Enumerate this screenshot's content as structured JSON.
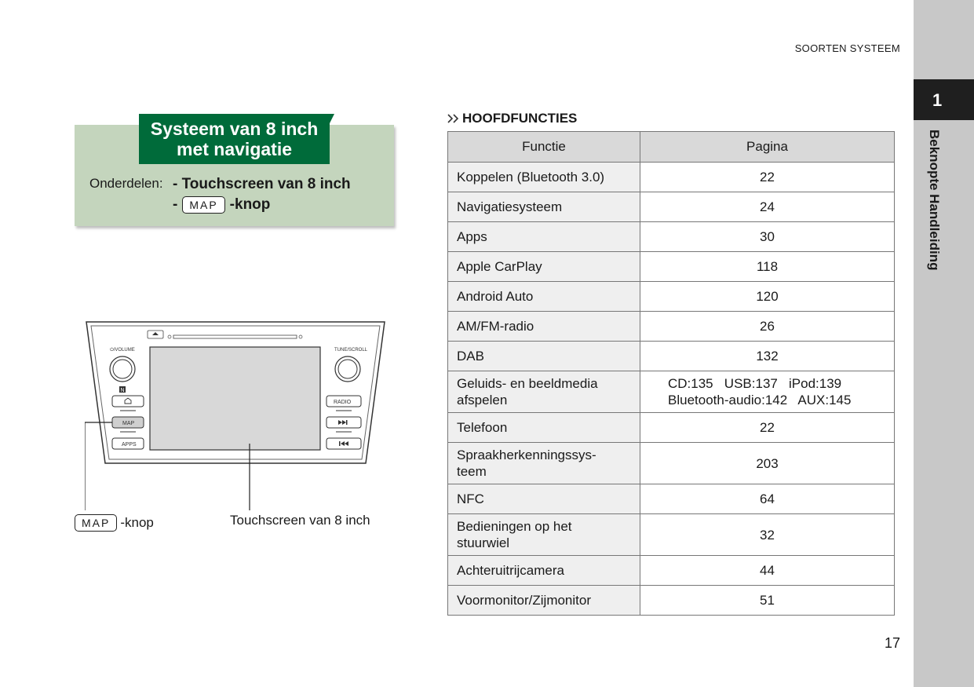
{
  "header": {
    "section_title": "SOORTEN SYSTEEM"
  },
  "sidebar": {
    "chapter_number": "1",
    "chapter_title": "Beknopte Handleiding"
  },
  "system_box": {
    "title_line1": "Systeem van 8 inch",
    "title_line2": "met navigatie",
    "parts_label": "Onderdelen:",
    "part1": "- Touchscreen van 8 inch",
    "part2_prefix": "-",
    "part2_key": "MAP",
    "part2_suffix": "-knop"
  },
  "panel": {
    "volume_label": "⏻/VOLUME",
    "tune_label": "TUNE/SCROLL",
    "buttons_left": [
      "MAP",
      "APPS"
    ],
    "buttons_right": [
      "RADIO"
    ],
    "home_icon": "home-icon",
    "nfc_icon": "nfc-icon",
    "eject_icon": "eject-icon",
    "next_icon": "skip-forward-icon",
    "prev_icon": "skip-back-icon"
  },
  "captions": {
    "map_key": "MAP",
    "map_suffix": "-knop",
    "touchscreen": "Touchscreen van 8 inch"
  },
  "main_functions": {
    "heading": "HOOFDFUNCTIES",
    "columns": [
      "Functie",
      "Pagina"
    ],
    "rows": [
      {
        "function": "Koppelen (Bluetooth 3.0)",
        "page": "22"
      },
      {
        "function": "Navigatiesysteem",
        "page": "24"
      },
      {
        "function": "Apps",
        "page": "30"
      },
      {
        "function": "Apple CarPlay",
        "page": "118"
      },
      {
        "function": "Android Auto",
        "page": "120"
      },
      {
        "function": "AM/FM-radio",
        "page": "26"
      },
      {
        "function": "DAB",
        "page": "132"
      },
      {
        "function_line1": "Geluids- en beeldmedia",
        "function_line2": "afspelen",
        "page_line1": "CD:135   USB:137   iPod:139",
        "page_line2": "Bluetooth-audio:142   AUX:145"
      },
      {
        "function": "Telefoon",
        "page": "22"
      },
      {
        "function_line1": "Spraakherkenningssys-",
        "function_line2": "teem",
        "page": "203"
      },
      {
        "function": "NFC",
        "page": "64"
      },
      {
        "function_line1": "Bedieningen op het",
        "function_line2": "stuurwiel",
        "page": "32"
      },
      {
        "function": "Achteruitrijcamera",
        "page": "44"
      },
      {
        "function": "Voormonitor/Zijmonitor",
        "page": "51"
      }
    ]
  },
  "footer": {
    "page_number": "17"
  }
}
